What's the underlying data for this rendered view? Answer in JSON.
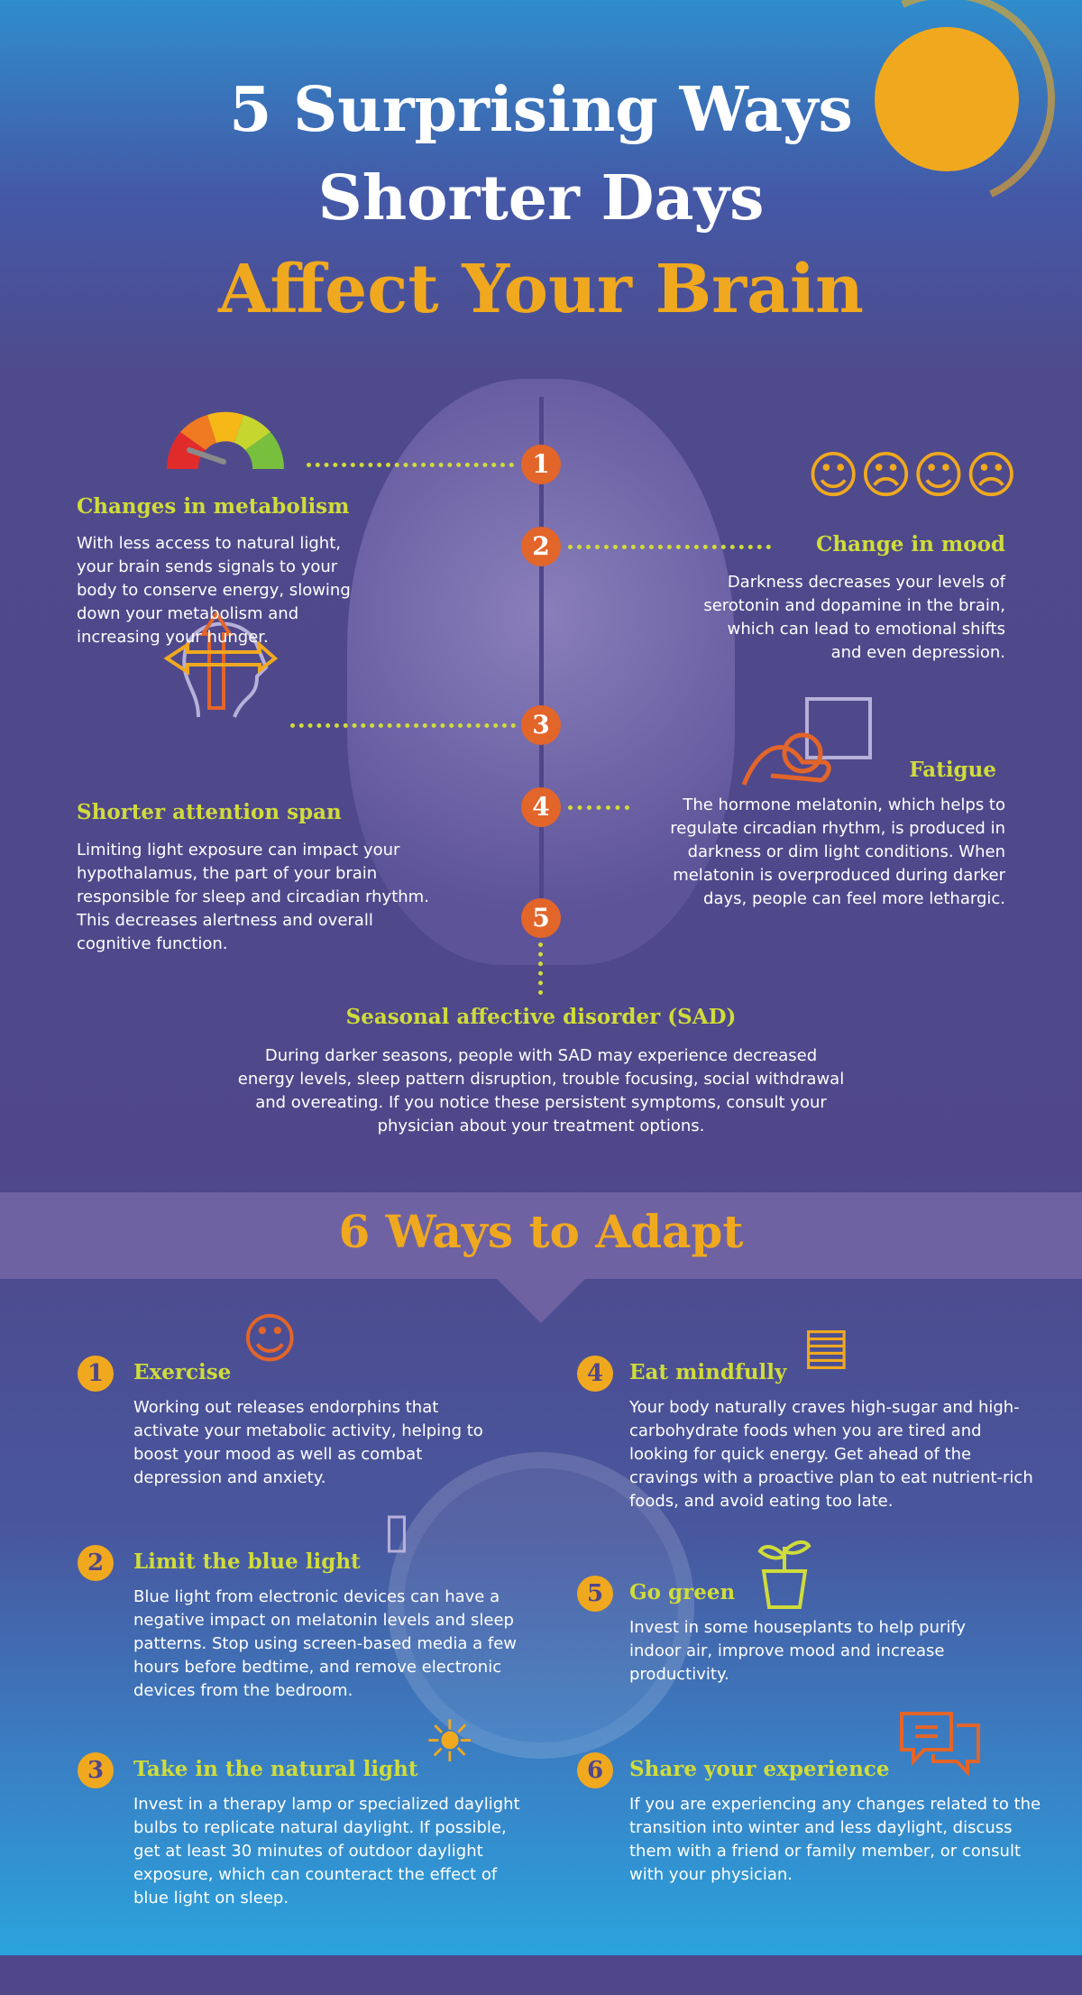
{
  "header": {
    "line1": "5 Surprising Ways",
    "line2": "Shorter Days",
    "line3": "Affect Your Brain"
  },
  "effects": [
    {
      "num": "1",
      "title": "Changes in metabolism",
      "text": "With less access to natural light, your brain sends signals to your body to conserve energy, slowing down your metabolism and increasing your hunger."
    },
    {
      "num": "2",
      "title": "Change in mood",
      "text": "Darkness decreases your levels of serotonin and dopamine in the brain, which can lead to emotional shifts and even depression."
    },
    {
      "num": "3",
      "title": "Shorter attention span",
      "text": "Limiting light exposure can impact your hypothalamus, the part of your brain responsible for sleep and circadian rhythm. This decreases alertness and overall cognitive function."
    },
    {
      "num": "4",
      "title": "Fatigue",
      "text": "The hormone melatonin, which helps to regulate circadian rhythm, is produced in darkness or dim light conditions. When melatonin is overproduced during darker days, people can feel more lethargic."
    },
    {
      "num": "5",
      "title": "Seasonal affective disorder (SAD)",
      "text": "During darker seasons, people with SAD may experience decreased energy levels, sleep pattern disruption, trouble focusing, social withdrawal and overeating. If you notice these persistent symptoms, consult your physician about your treatment options."
    }
  ],
  "adapt": {
    "title": "6 Ways to Adapt",
    "items": [
      {
        "num": "1",
        "title": "Exercise",
        "text": "Working out releases endorphins that activate your metabolic activity, helping to boost your mood as well as combat depression and anxiety."
      },
      {
        "num": "2",
        "title": "Limit the blue light",
        "text": "Blue light from electronic devices can have a negative impact on melatonin levels and sleep patterns. Stop using screen-based media a few hours before bedtime, and remove electronic devices from the bedroom."
      },
      {
        "num": "3",
        "title": "Take in the natural light",
        "text": "Invest in a therapy lamp or specialized daylight bulbs to replicate natural daylight. If possible, get at least 30 minutes of outdoor daylight exposure, which can counteract the effect of blue light on sleep."
      },
      {
        "num": "4",
        "title": "Eat mindfully",
        "text": "Your body naturally craves high-sugar and high-carbohydrate foods when you are tired and looking for quick energy. Get ahead of the cravings with a proactive plan to eat nutrient-rich foods, and avoid eating too late."
      },
      {
        "num": "5",
        "title": "Go green",
        "text": "Invest in some houseplants to help purify indoor air, improve mood and increase productivity."
      },
      {
        "num": "6",
        "title": "Share your experience",
        "text": "If you are experiencing any changes related to the transition into winter and less daylight, discuss them with a friend or family member, or consult with your physician."
      }
    ]
  },
  "colors": {
    "accent": "#f0a91f",
    "heading": "#d0dc3a",
    "number": "#e2652a",
    "purple": "#4f478a"
  }
}
